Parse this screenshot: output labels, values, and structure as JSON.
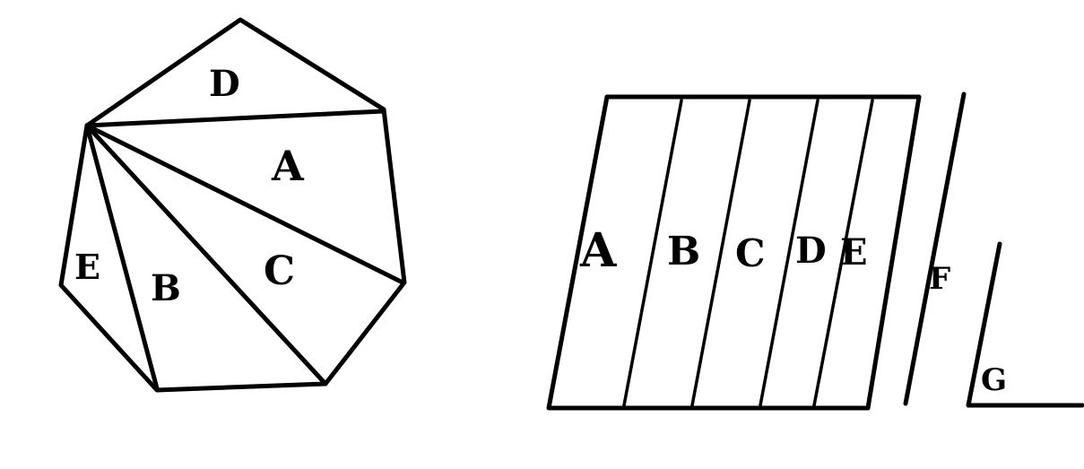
{
  "heptagon": {
    "labels": {
      "D": "D",
      "A": "A",
      "E": "E",
      "B": "B",
      "C": "C"
    }
  },
  "parallelogram": {
    "labels": {
      "A": "A",
      "B": "B",
      "C": "C",
      "D": "D",
      "E": "E"
    }
  },
  "side_segments": {
    "F": "F",
    "G": "G"
  }
}
